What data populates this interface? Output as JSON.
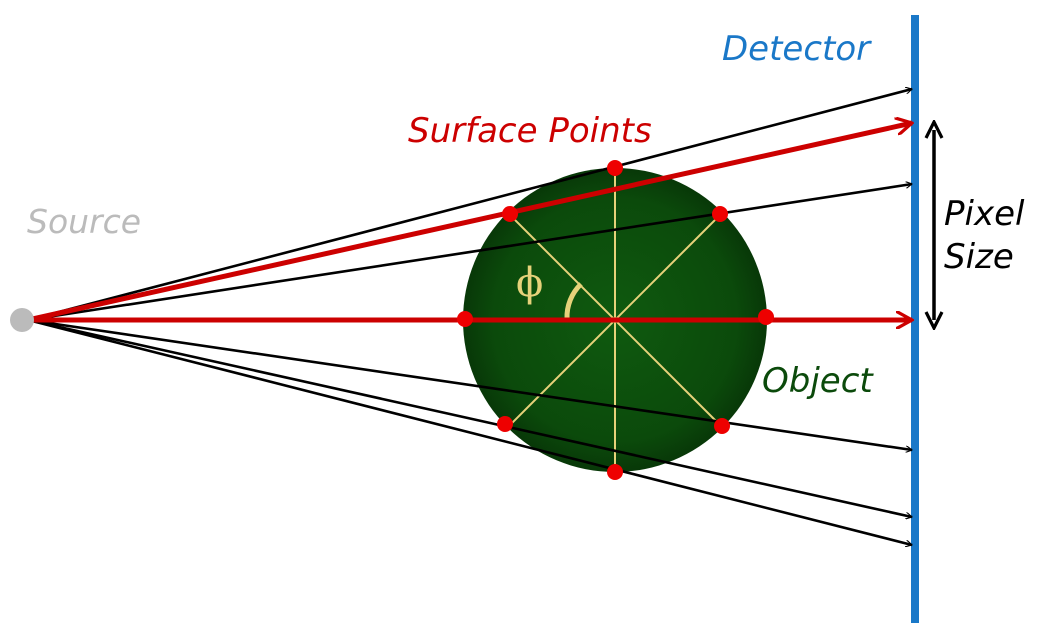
{
  "labels": {
    "detector": "Detector",
    "surface_points": "Surface Points",
    "source": "Source",
    "pixel_size_line1": "Pixel",
    "pixel_size_line2": "Size",
    "object": "Object",
    "angle": "ϕ"
  },
  "colors": {
    "detector": "#1a78c8",
    "surface_points": "#cc0000",
    "source": "#bbbbbb",
    "object_fill": "#0b4a0b",
    "object_label": "#0b4a0b",
    "guide_lines": "#e6d27a",
    "ray": "#000000"
  }
}
